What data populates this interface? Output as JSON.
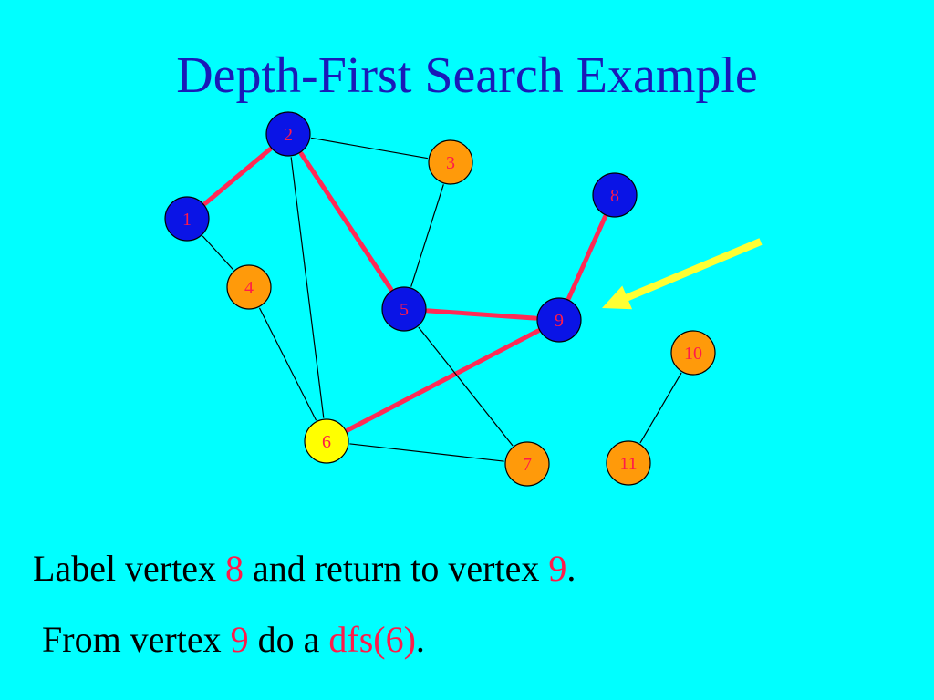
{
  "slide": {
    "title": "Depth-First Search Example"
  },
  "graph": {
    "vertices": [
      {
        "id": "1",
        "state": "visited"
      },
      {
        "id": "2",
        "state": "visited"
      },
      {
        "id": "3",
        "state": "unvisited"
      },
      {
        "id": "4",
        "state": "unvisited"
      },
      {
        "id": "5",
        "state": "visited"
      },
      {
        "id": "6",
        "state": "current"
      },
      {
        "id": "7",
        "state": "unvisited"
      },
      {
        "id": "8",
        "state": "visited"
      },
      {
        "id": "9",
        "state": "visited"
      },
      {
        "id": "10",
        "state": "unvisited"
      },
      {
        "id": "11",
        "state": "unvisited"
      }
    ],
    "edges": [
      {
        "from": "1",
        "to": "2",
        "tree": true
      },
      {
        "from": "2",
        "to": "5",
        "tree": true
      },
      {
        "from": "5",
        "to": "9",
        "tree": true
      },
      {
        "from": "9",
        "to": "8",
        "tree": true
      },
      {
        "from": "9",
        "to": "6",
        "tree": true
      },
      {
        "from": "2",
        "to": "3",
        "tree": false
      },
      {
        "from": "3",
        "to": "5",
        "tree": false
      },
      {
        "from": "1",
        "to": "4",
        "tree": false
      },
      {
        "from": "4",
        "to": "6",
        "tree": false
      },
      {
        "from": "2",
        "to": "6",
        "tree": false
      },
      {
        "from": "5",
        "to": "7",
        "tree": false
      },
      {
        "from": "6",
        "to": "7",
        "tree": false
      },
      {
        "from": "10",
        "to": "11",
        "tree": false
      }
    ],
    "colors": {
      "visited": "#0a14e6",
      "unvisited": "#ff9a0a",
      "current": "#ffff00",
      "label": "#ff1a4a",
      "tree_edge": "#ff2a55",
      "plain_edge": "#000000",
      "arrow": "#ffff33"
    }
  },
  "captions": {
    "line1": {
      "before": "Label vertex ",
      "v1": "8",
      "middle": " and return to vertex ",
      "v2": "9",
      "after": "."
    },
    "line2": {
      "before": "From vertex ",
      "v1": "9",
      "middle": " do a ",
      "call": "dfs(6)",
      "after": "."
    }
  }
}
